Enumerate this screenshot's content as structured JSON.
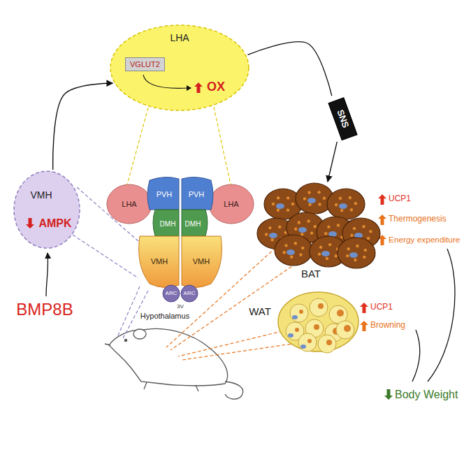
{
  "diagram": {
    "nodes": [
      {
        "text": [
          "VMH",
          "AMPK"
        ]
      },
      {
        "text": [
          "LHA",
          "OX"
        ]
      },
      {
        "text": [
          "VGLUT2"
        ],
        "in": 1
      },
      {
        "text": [
          "SNS"
        ]
      },
      {
        "text": [
          "BAT"
        ]
      },
      {
        "text": [
          "WAT"
        ]
      }
    ],
    "edges": [
      {
        "from": 0,
        "to": 1,
        "arrow": "to"
      },
      {
        "from": 1,
        "to": 3,
        "arrow": "none"
      },
      {
        "from": 3,
        "to": 4,
        "arrow": "to"
      }
    ],
    "labels": [
      "BMP8B",
      "UCP1",
      "Thermogenesis",
      "Energy expenditure",
      "UCP1",
      "Browning",
      "Body Weight",
      "LHA",
      "PVH",
      "PVH",
      "LHA",
      "DMH",
      "DMH",
      "VMH",
      "VMH",
      "ARC",
      "ARC",
      "3V",
      "Hypothalamus"
    ]
  }
}
